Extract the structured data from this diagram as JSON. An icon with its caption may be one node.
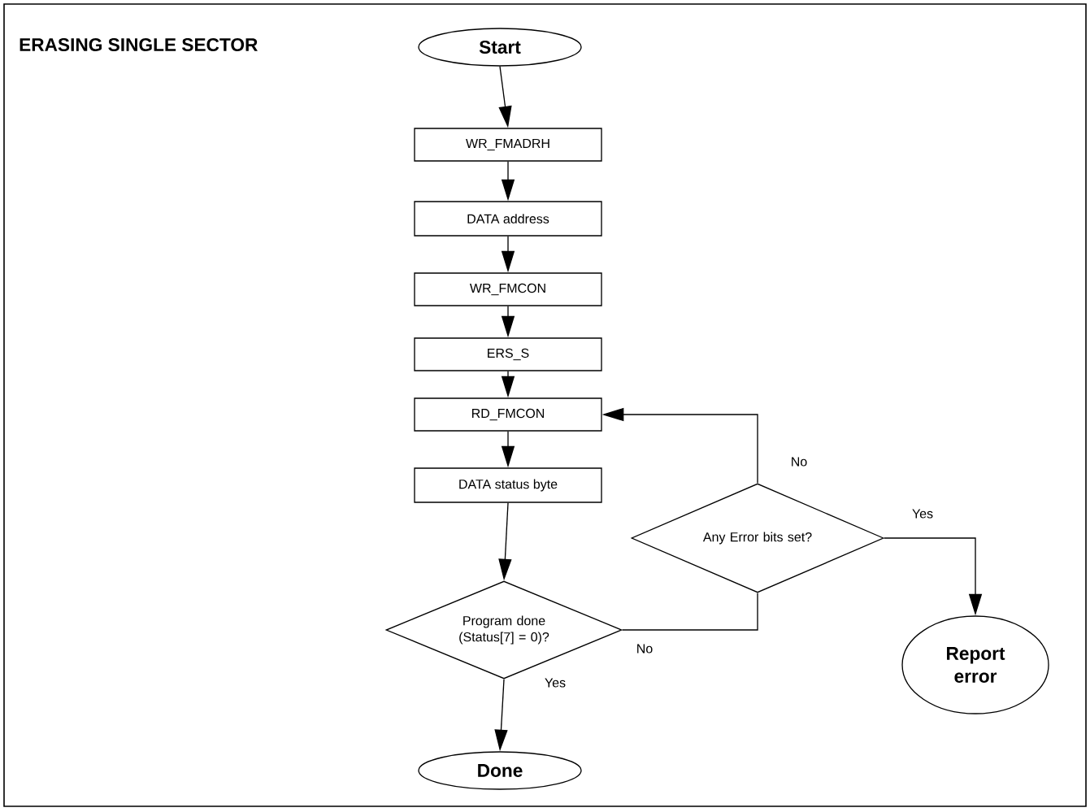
{
  "diagram": {
    "title": "ERASING SINGLE SECTOR",
    "nodes": [
      {
        "text": [
          "Start"
        ]
      },
      {
        "text": [
          "WR_FMADRH"
        ]
      },
      {
        "text": [
          "DATA address"
        ]
      },
      {
        "text": [
          "WR_FMCON"
        ]
      },
      {
        "text": [
          "ERS_S"
        ]
      },
      {
        "text": [
          "RD_FMCON"
        ]
      },
      {
        "text": [
          "DATA status byte"
        ]
      },
      {
        "text": [
          "Program done (Status[7] = 0)?"
        ]
      },
      {
        "text": [
          "Any Error bits set?"
        ]
      },
      {
        "text": [
          "Report error"
        ]
      },
      {
        "text": [
          "Done"
        ]
      }
    ],
    "edges": [
      {
        "from": 0,
        "to": 1,
        "arrow": "to"
      },
      {
        "from": 1,
        "to": 2,
        "arrow": "to"
      },
      {
        "from": 2,
        "to": 3,
        "arrow": "to"
      },
      {
        "from": 3,
        "to": 4,
        "arrow": "to"
      },
      {
        "from": 4,
        "to": 5,
        "arrow": "to"
      },
      {
        "from": 5,
        "to": 6,
        "arrow": "to"
      },
      {
        "from": 6,
        "to": 7,
        "arrow": "to"
      },
      {
        "from": 7,
        "to": 10,
        "arrow": "to",
        "label": "Yes"
      },
      {
        "from": 7,
        "to": 8,
        "arrow": "none",
        "label": "No"
      },
      {
        "from": 8,
        "to": 5,
        "arrow": "to",
        "label": "No"
      },
      {
        "from": 8,
        "to": 9,
        "arrow": "to",
        "label": "Yes"
      }
    ]
  }
}
